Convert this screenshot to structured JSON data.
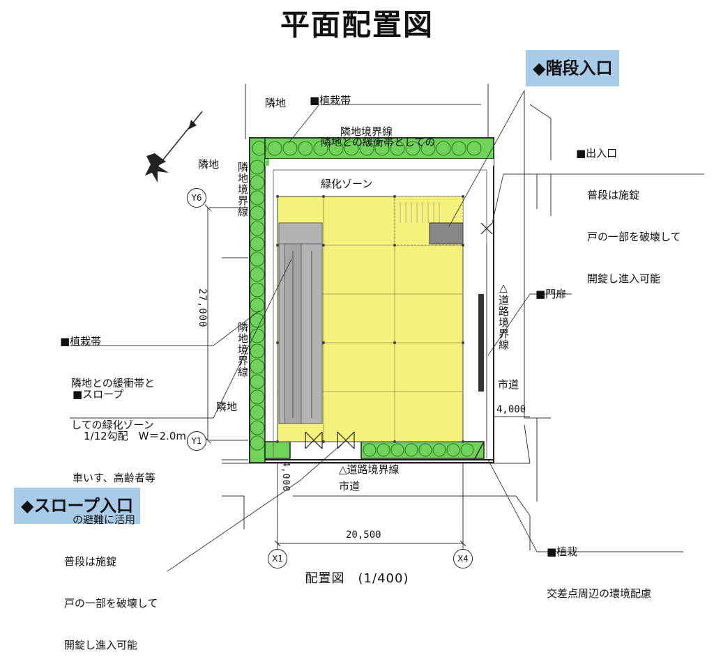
{
  "title": "平面配置図",
  "callouts": {
    "stair_entrance": "◆階段入口",
    "slope_entrance": "◆スロープ入口"
  },
  "labels": {
    "planting_top": [
      "■植栽帯",
      "隣地との緩衝帯としての",
      "緑化ゾーン"
    ],
    "planting_left": [
      "■植栽帯",
      "隣地との緩衝帯と",
      "しての緑化ゾーン"
    ],
    "slope": [
      "■スロープ",
      "1/12勾配　W＝2.0m",
      "車いす、高齢者等",
      "の避難に活用"
    ],
    "entrance": [
      "■出入口",
      "普段は施錠",
      "戸の一部を破壊して",
      "開錠し進入可能"
    ],
    "slope_lock": [
      "普段は施錠",
      "戸の一部を破壊して",
      "開錠し進入可能"
    ],
    "gate": "■門扉",
    "planting_corner": [
      "■植栽",
      "交差点周辺の環境配慮"
    ],
    "neighbor": "隣地",
    "neighbor_boundary": "隣地境界線",
    "road_boundary": "△道路境界線",
    "city_road": "市道"
  },
  "axes": {
    "y6": "Y6",
    "y1": "Y1",
    "x1": "X1",
    "x4": "X4"
  },
  "dimensions": {
    "height": "27,000",
    "width": "20,500",
    "road": "4,000",
    "road_bottom": "4,000"
  },
  "caption": "配置図　(1/400)",
  "colors": {
    "planting": "#6fd35a",
    "building": "#f4f27a",
    "slope": "#b3b3b3",
    "callout_bg": "#a9cbea"
  }
}
